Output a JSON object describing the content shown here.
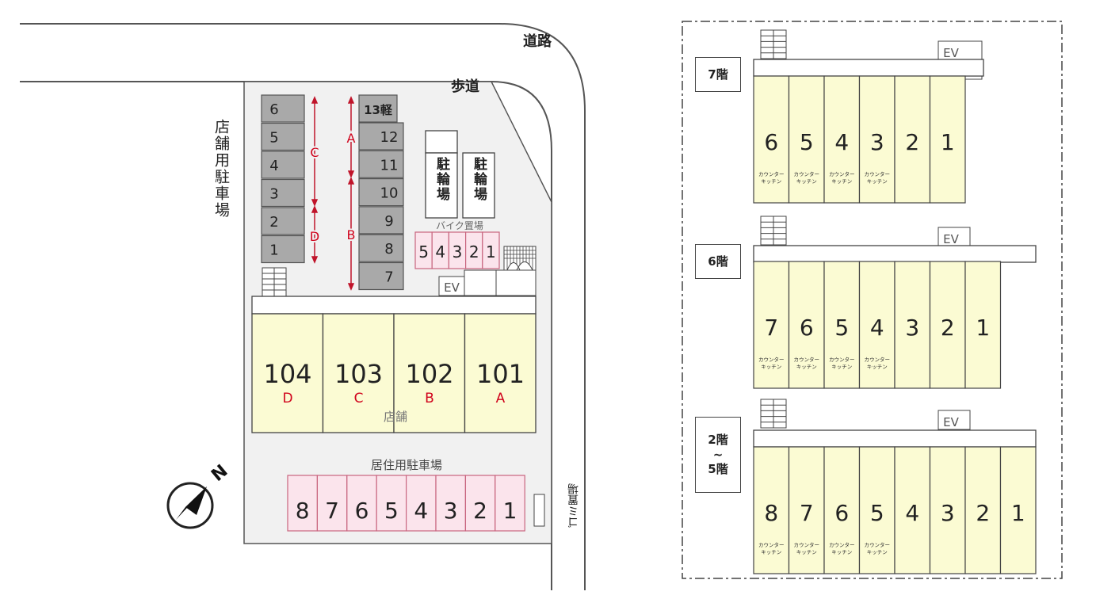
{
  "site": {
    "road_label": "道路",
    "sidewalk_label": "歩道",
    "store_parking_label": "店舗用駐車場",
    "bicycle_parking_label": "駐輪場",
    "bike_parking_label": "バイク置場",
    "bike_spaces": [
      "5",
      "4",
      "3",
      "2",
      "1"
    ],
    "ev_label": "EV",
    "store_label": "店舗",
    "stores": [
      {
        "number": "104",
        "letter": "D"
      },
      {
        "number": "103",
        "letter": "C"
      },
      {
        "number": "102",
        "letter": "B"
      },
      {
        "number": "101",
        "letter": "A"
      }
    ],
    "left_parking": [
      "6",
      "5",
      "4",
      "3",
      "2",
      "1"
    ],
    "right_parking": [
      "13軽",
      "12",
      "11",
      "10",
      "9",
      "8",
      "7"
    ],
    "zone_letters": {
      "c": "C",
      "d": "D",
      "a": "A",
      "b": "B"
    },
    "residential_parking_label": "居住用駐車場",
    "residential_spaces": [
      "8",
      "7",
      "6",
      "5",
      "4",
      "3",
      "2",
      "1"
    ],
    "garbage_label": "ゴミ置場",
    "compass_label": "N"
  },
  "floors": [
    {
      "label": "7階",
      "ev": "EV",
      "units": [
        "6",
        "5",
        "4",
        "3",
        "2",
        "1"
      ],
      "kitchen_units": 4
    },
    {
      "label": "6階",
      "ev": "EV",
      "units": [
        "7",
        "6",
        "5",
        "4",
        "3",
        "2",
        "1"
      ],
      "kitchen_units": 4
    },
    {
      "label": "2階\n~\n5階",
      "ev": "EV",
      "units": [
        "8",
        "7",
        "6",
        "5",
        "4",
        "3",
        "2",
        "1"
      ],
      "kitchen_units": 4
    }
  ],
  "kitchen_note_line1": "カウンター",
  "kitchen_note_line2": "キッチン",
  "colors": {
    "parking_gray": "#a9a9a9",
    "unit_yellow": "#fbfbd3",
    "pink": "#fbe4ec",
    "pink_border": "#c9657f",
    "red_text": "#d0021b",
    "site_bg": "#f1f1f1"
  }
}
